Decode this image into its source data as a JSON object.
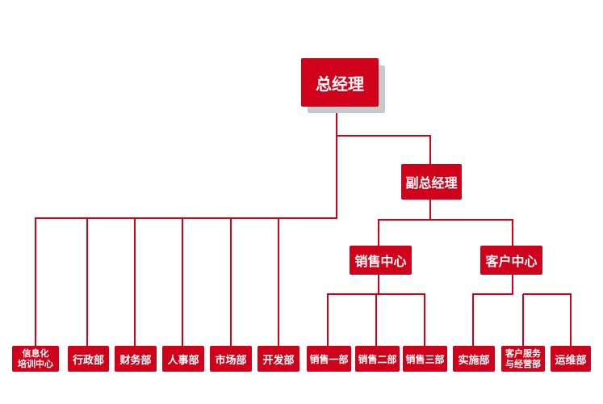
{
  "colors": {
    "node": "#d0021b",
    "line": "#d0021b",
    "shadow": "#c9c9c9"
  },
  "nodes": {
    "gm": "总经理",
    "dgm": "副总经理",
    "sales_center": "销售中心",
    "customer_center": "客户中心",
    "info_training": "信息化\n培训中心",
    "admin": "行政部",
    "finance": "财务部",
    "hr": "人事部",
    "marketing": "市场部",
    "dev": "开发部",
    "sales1": "销售一部",
    "sales2": "销售二部",
    "sales3": "销售三部",
    "implementation": "实施部",
    "cs_ops": "客户服务\n与经营部",
    "ops": "运维部"
  }
}
